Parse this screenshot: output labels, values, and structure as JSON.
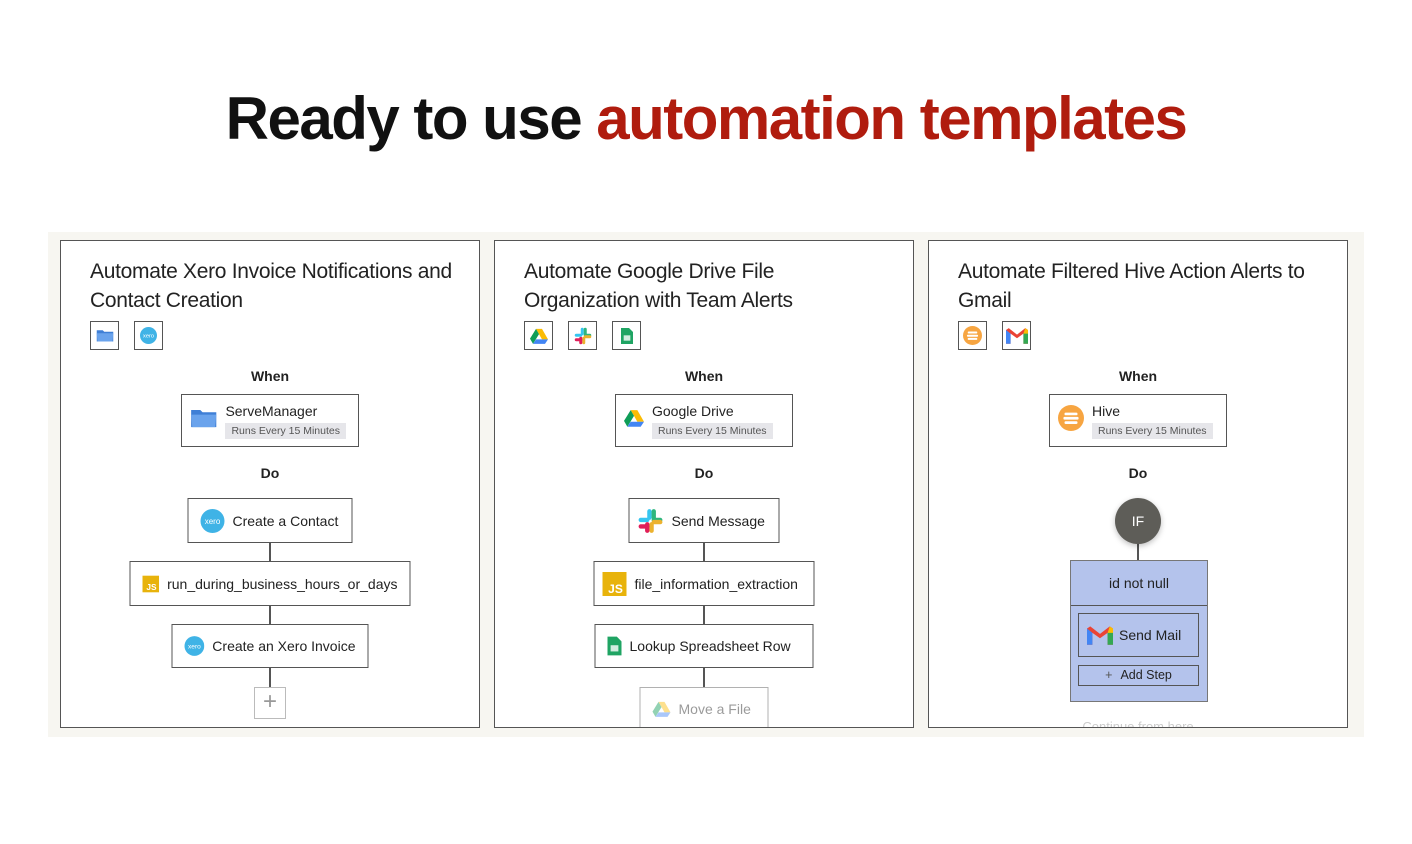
{
  "headline": {
    "part1": "Ready to use ",
    "part2": "automation templates",
    "accent_color": "#b01c0e"
  },
  "cards": [
    {
      "title": "Automate Xero Invoice Notifications and Contact Creation",
      "apps": [
        "folder-icon",
        "xero-icon"
      ],
      "when_label": "When",
      "do_label": "Do",
      "trigger": {
        "name": "ServeManager",
        "schedule": "Runs Every 15 Minutes",
        "icon": "folder-icon"
      },
      "steps": [
        {
          "label": "Create a Contact",
          "icon": "xero-icon"
        },
        {
          "label": "run_during_business_hours_or_days",
          "icon": "js-icon"
        },
        {
          "label": "Create an Xero Invoice",
          "icon": "xero-icon"
        }
      ],
      "add_label": "+"
    },
    {
      "title": "Automate Google Drive File Organization with Team Alerts",
      "apps": [
        "google-drive-icon",
        "slack-icon",
        "google-sheets-icon"
      ],
      "when_label": "When",
      "do_label": "Do",
      "trigger": {
        "name": "Google Drive",
        "schedule": "Runs Every 15 Minutes",
        "icon": "google-drive-icon"
      },
      "steps": [
        {
          "label": "Send Message",
          "icon": "slack-icon"
        },
        {
          "label": "file_information_extraction",
          "icon": "js-icon"
        },
        {
          "label": "Lookup Spreadsheet Row",
          "icon": "google-sheets-icon"
        },
        {
          "label": "Move a File",
          "icon": "google-drive-icon"
        }
      ]
    },
    {
      "title": "Automate Filtered Hive Action Alerts to Gmail",
      "apps": [
        "hive-icon",
        "gmail-icon"
      ],
      "when_label": "When",
      "do_label": "Do",
      "trigger": {
        "name": "Hive",
        "schedule": "Runs Every 15 Minutes",
        "icon": "hive-icon"
      },
      "if_label": "IF",
      "condition": "id not null",
      "branch_step": "Send Mail",
      "add_step": "Add Step",
      "continue": "Continue from here"
    }
  ]
}
